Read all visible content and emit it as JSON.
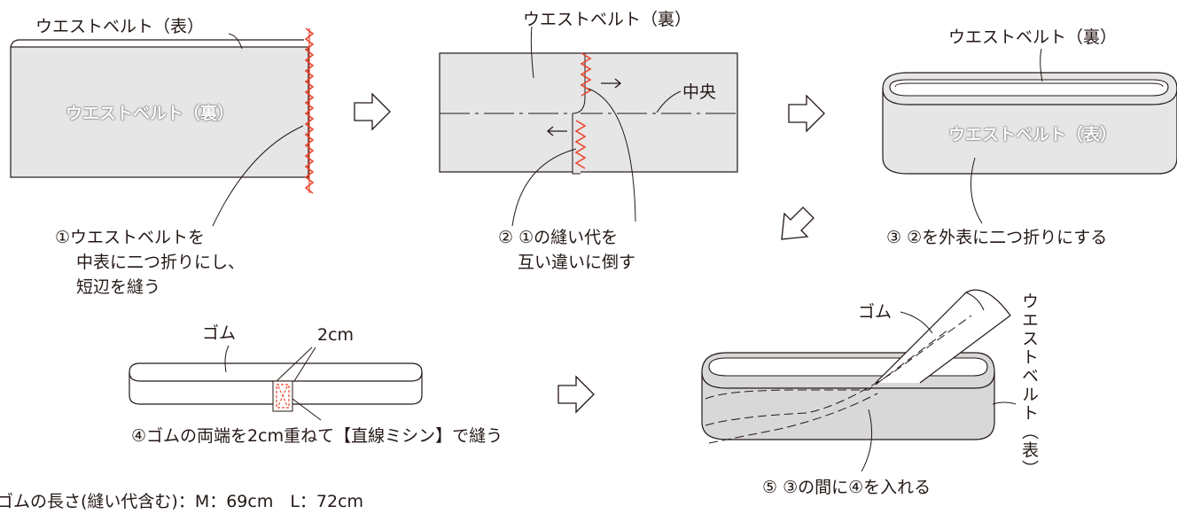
{
  "step1": {
    "label_front": "ウエストベルト（表）",
    "label_back": "ウエストベルト（裏）",
    "caption_line1": "①ウエストベルトを",
    "caption_line2": "中表に二つ折りにし、",
    "caption_line3": "短辺を縫う"
  },
  "step2": {
    "label_back": "ウエストベルト（裏）",
    "label_center": "中央",
    "caption_line1": "② ①の縫い代を",
    "caption_line2": "互い違いに倒す"
  },
  "step3": {
    "label_back": "ウエストベルト（裏）",
    "label_front": "ウエストベルト（表）",
    "caption": "③ ②を外表に二つ折りにする"
  },
  "step4": {
    "label_rubber": "ゴム",
    "label_overlap": "2cm",
    "caption": "④ゴムの両端を2cm重ねて【直線ミシン】で縫う"
  },
  "step5": {
    "label_rubber": "ゴム",
    "label_belt_vertical": "ウエストベルト（表）",
    "caption": "⑤ ③の間に④を入れる"
  },
  "note": "ゴムの長さ(縫い代含む)：M：69cm　L：72cm",
  "colors": {
    "fabric": "#e6e6e6",
    "stitch": "#e8452c",
    "line": "#231815"
  }
}
